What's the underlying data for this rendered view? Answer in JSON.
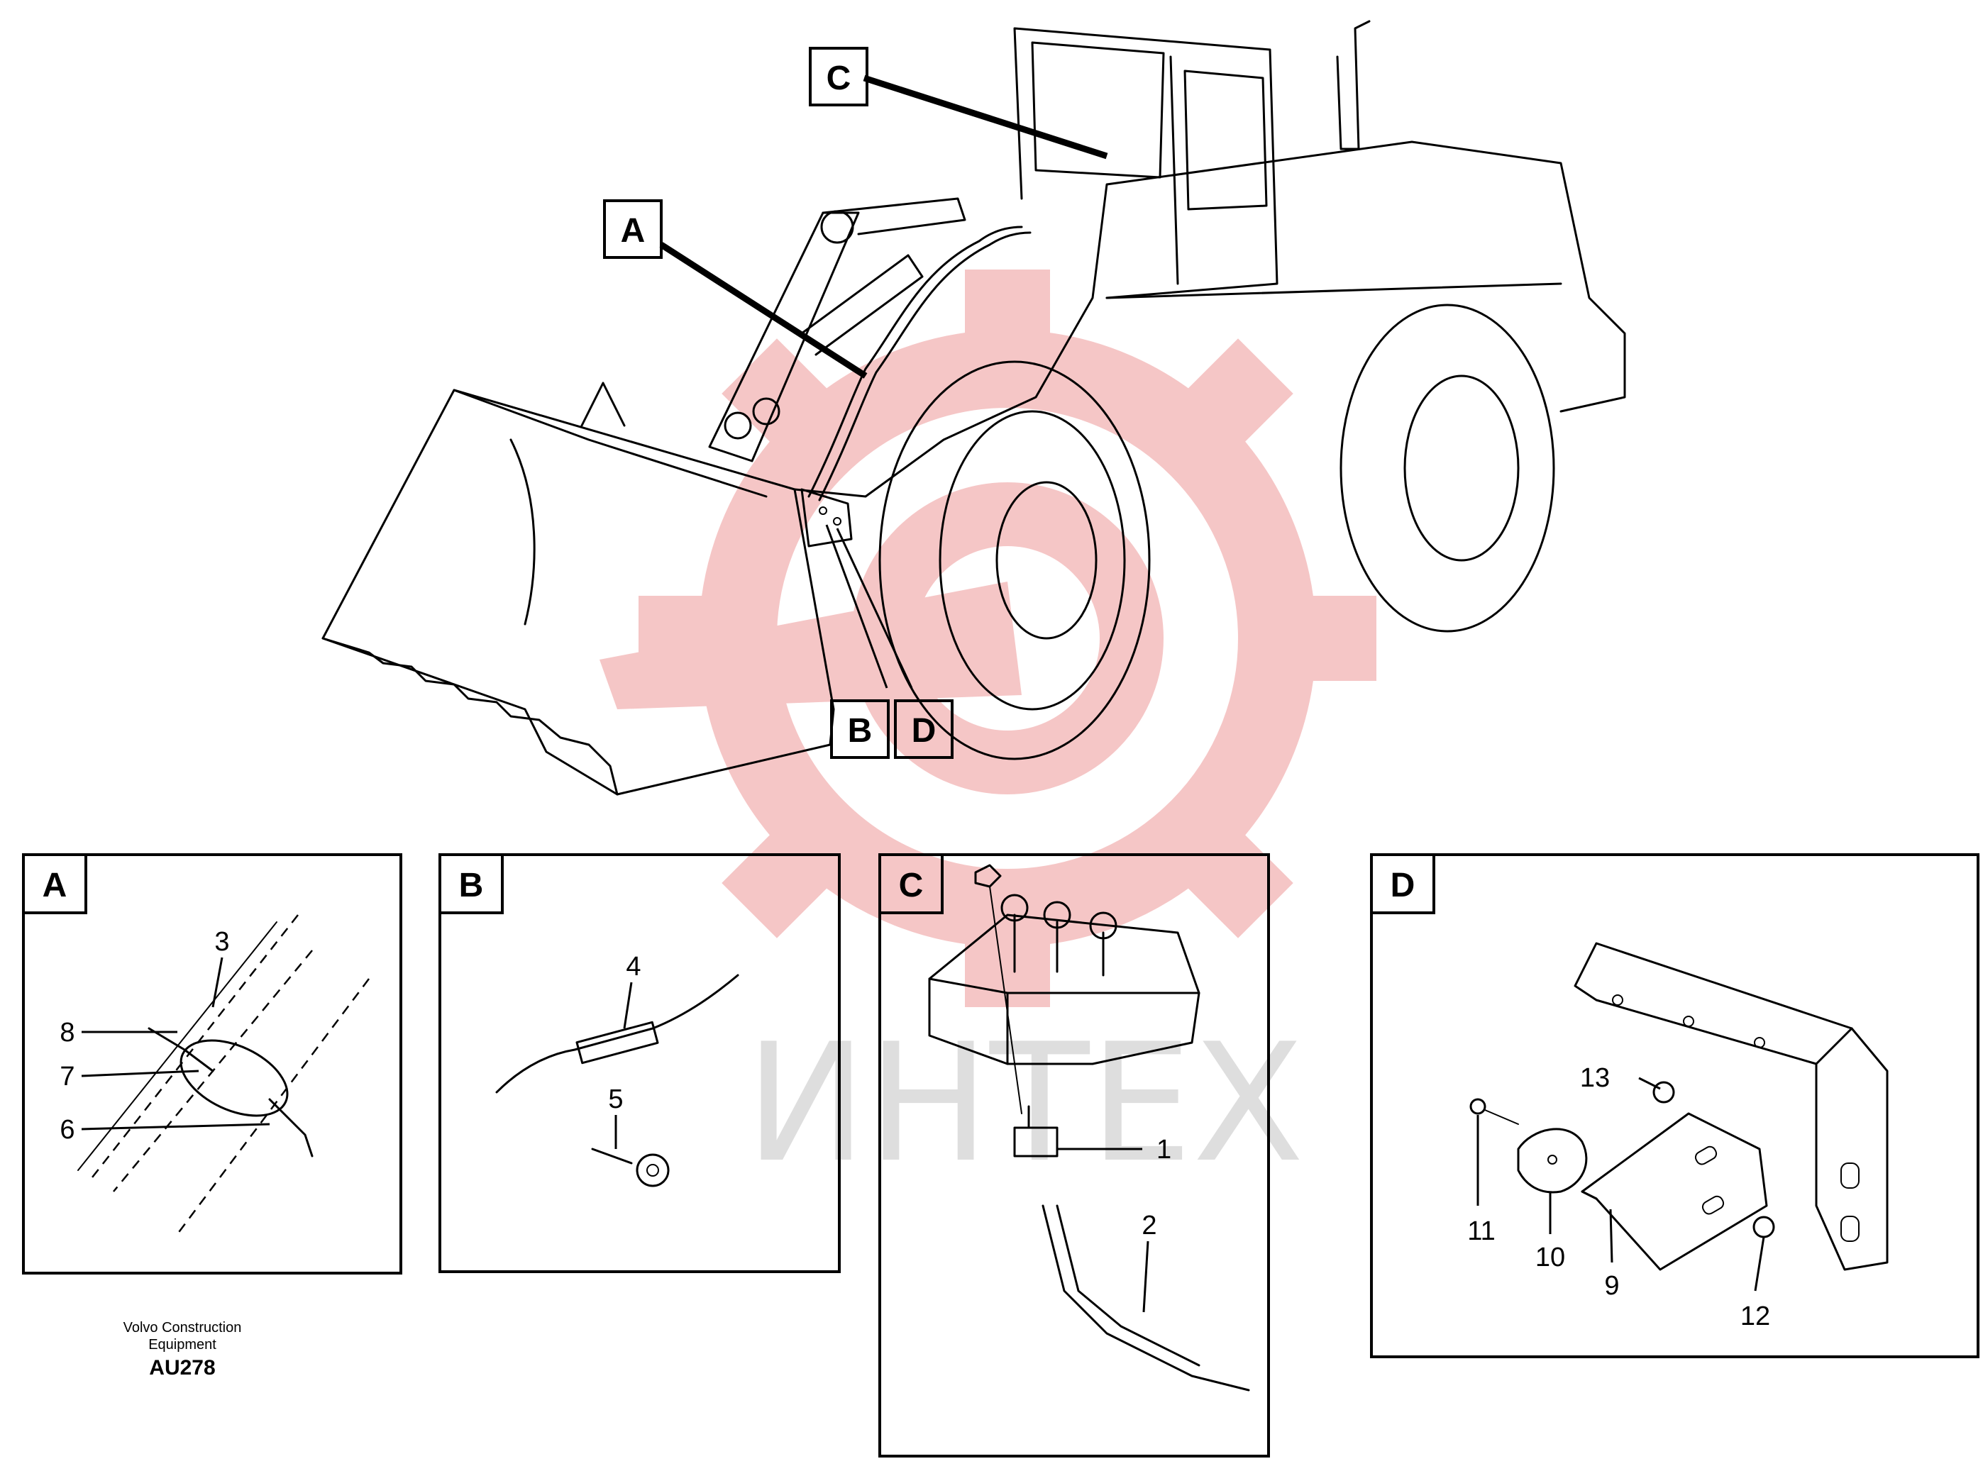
{
  "watermark": {
    "text": "ИНТЕХ",
    "logo_color": "#f4b8b8",
    "text_color": "#d9d9d9"
  },
  "overview_callouts": [
    "C",
    "A",
    "B",
    "D"
  ],
  "panels": [
    {
      "id": "A",
      "label": "A",
      "parts": [
        "3",
        "8",
        "7",
        "6"
      ]
    },
    {
      "id": "B",
      "label": "B",
      "parts": [
        "4",
        "5"
      ]
    },
    {
      "id": "C",
      "label": "C",
      "parts": [
        "1",
        "2"
      ]
    },
    {
      "id": "D",
      "label": "D",
      "parts": [
        "13",
        "11",
        "10",
        "9",
        "12"
      ]
    }
  ],
  "caption": {
    "company_line1": "Volvo Construction",
    "company_line2": "Equipment",
    "code": "AU278"
  },
  "icons": {
    "watermark_logo": "gear-logo-icon",
    "loader": "wheel-loader-icon"
  }
}
